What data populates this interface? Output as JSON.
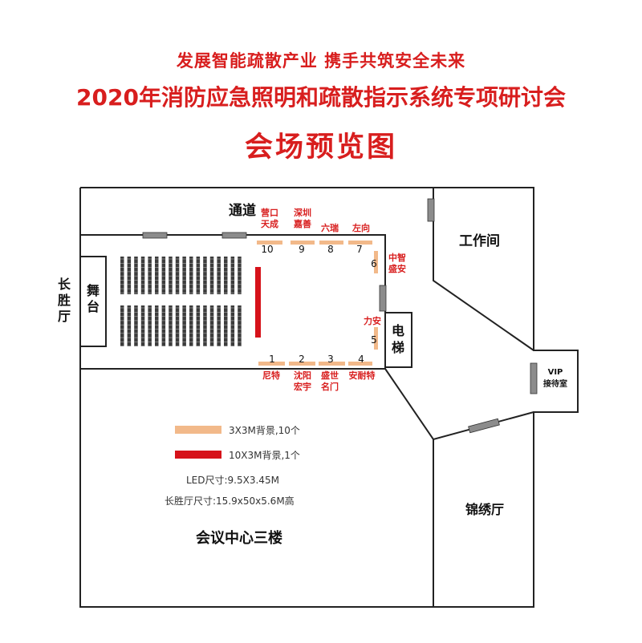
{
  "header": {
    "slogan": "发展智能疏散产业  携手共筑安全未来",
    "title": "2020年消防应急照明和疏散指示系统专项研讨会",
    "subtitle": "会场预览图"
  },
  "rooms": {
    "corridor": "通道",
    "stage": "舞台",
    "hall": "长胜厅",
    "workroom": "工作间",
    "elevator": "电梯",
    "vip": "VIP\n接待室",
    "jinxiu": "锦绣厅",
    "floor": "会议中心三楼"
  },
  "booths": [
    {
      "num": "10",
      "name": "营口\n天成"
    },
    {
      "num": "9",
      "name": "深圳\n嘉善"
    },
    {
      "num": "8",
      "name": "六瑞"
    },
    {
      "num": "7",
      "name": "左向"
    },
    {
      "num": "6",
      "name": "中智\n盛安"
    },
    {
      "num": "5",
      "name": "力安"
    },
    {
      "num": "1",
      "name": "尼特"
    },
    {
      "num": "2",
      "name": "沈阳\n宏宇"
    },
    {
      "num": "3",
      "name": "盛世\n名门"
    },
    {
      "num": "4",
      "name": "安耐特"
    }
  ],
  "legend": {
    "backdrop_small": "3X3M背景,10个",
    "backdrop_large": "10X3M背景,1个"
  },
  "notes": {
    "led": "LED尺寸:9.5X3.45M",
    "hall_size": "长胜厅尺寸:15.9x50x5.6M高"
  },
  "colors": {
    "title_red": "#d81e1e",
    "booth_orange": "#f2b98a",
    "backdrop_red": "#d6121a",
    "label_red": "#d81e1e",
    "wall": "#222222",
    "door_gray": "#8c8c8c"
  }
}
